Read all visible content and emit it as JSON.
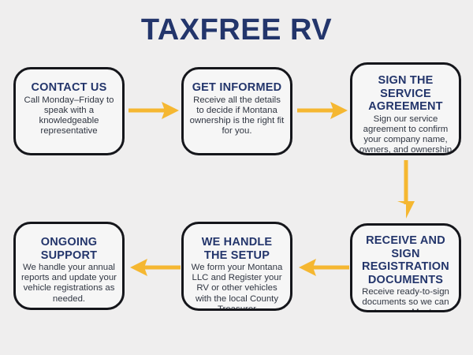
{
  "page": {
    "title": "TAXFREE RV",
    "background_color": "#efeeee",
    "accent_navy": "#23356b",
    "accent_yellow": "#f5b731",
    "border_color": "#15161b"
  },
  "steps": [
    {
      "id": "contact-us",
      "title": "CONTACT US",
      "body": "Call Monday–Friday to speak with a knowledgeable representative"
    },
    {
      "id": "get-informed",
      "title": "GET INFORMED",
      "body": "Receive all the details to decide if Montana ownership is the right fit for you."
    },
    {
      "id": "sign-the-service-agreement",
      "title": "SIGN THE SERVICE AGREEMENT",
      "body": "Sign our service agreement to confirm your company name, owners, and ownership percentages"
    },
    {
      "id": "receive-and-sign-registration-documents",
      "title": "RECEIVE AND SIGN REGISTRATION DOCUMENTS",
      "body": "Receive ready-to-sign documents so we can set up your Montana LLC and register your vehicle(s)"
    },
    {
      "id": "we-handle-the-setup",
      "title": "WE HANDLE THE SETUP",
      "body": "We form your Montana LLC and Register your RV or other vehicles with the local County Treasurer"
    },
    {
      "id": "ongoing-support",
      "title": "ONGOING SUPPORT",
      "body": "We handle your annual reports and update your vehicle registrations as needed."
    }
  ],
  "arrows": [
    {
      "id": "arrow-contact-to-informed",
      "direction": "right"
    },
    {
      "id": "arrow-informed-to-agreement",
      "direction": "right"
    },
    {
      "id": "arrow-agreement-to-registration",
      "direction": "down"
    },
    {
      "id": "arrow-registration-to-setup",
      "direction": "left"
    },
    {
      "id": "arrow-setup-to-support",
      "direction": "left"
    }
  ]
}
